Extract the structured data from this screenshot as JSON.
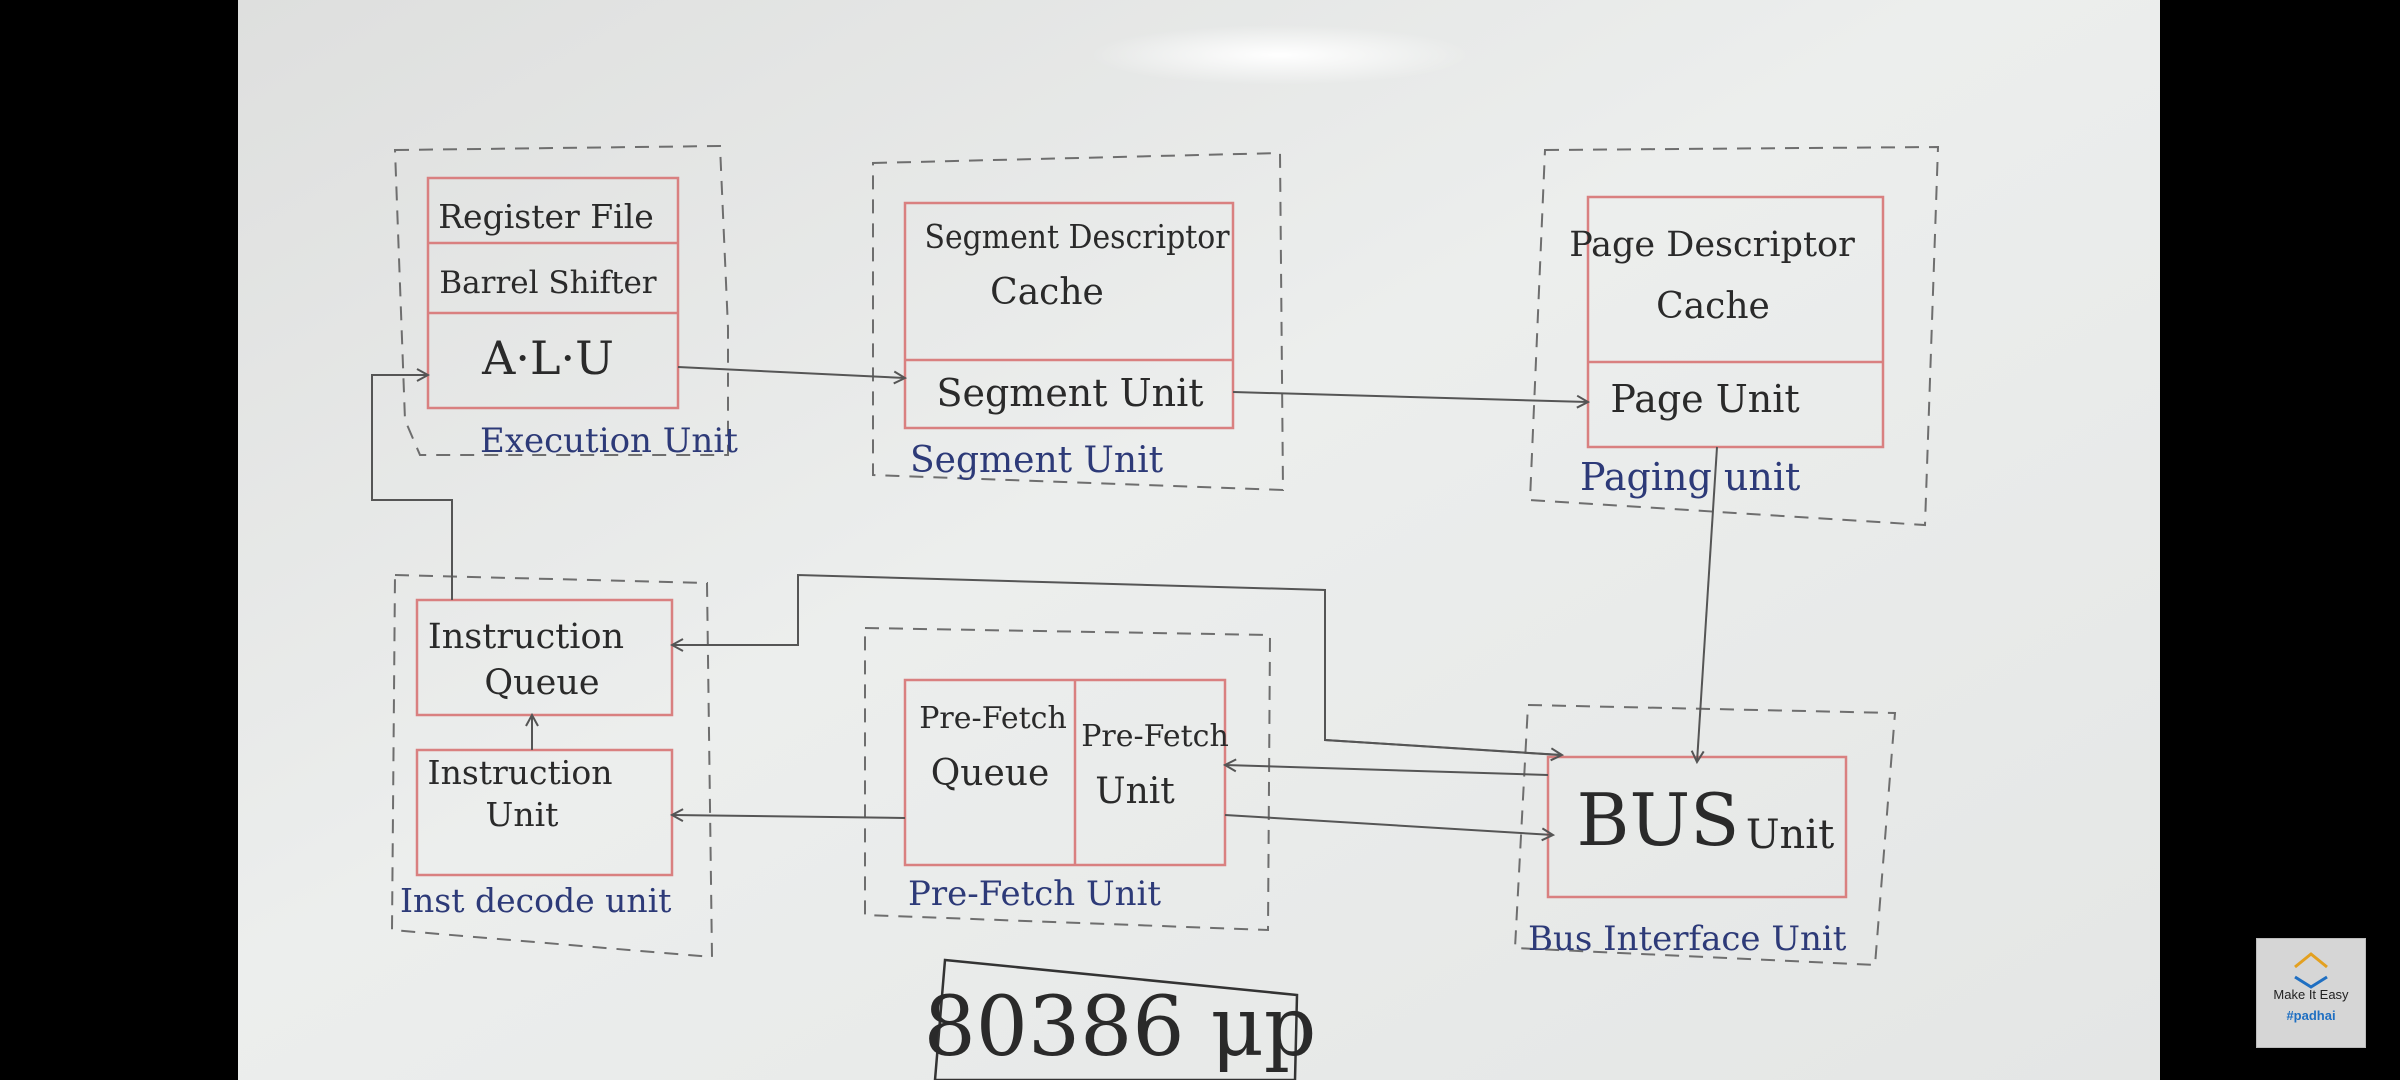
{
  "diagram": {
    "execution_unit": {
      "label": "Execution Unit",
      "register_file": "Register File",
      "barrel_shifter": "Barrel Shifter",
      "alu": "A·L·U"
    },
    "segment_unit": {
      "label": "Segment Unit",
      "cache_line1": "Segment Descriptor",
      "cache_line2": "Cache",
      "unit": "Segment Unit"
    },
    "paging_unit": {
      "label": "Paging unit",
      "cache_line1": "Page Descriptor",
      "cache_line2": "Cache",
      "unit": "Page Unit"
    },
    "decode_unit": {
      "label": "Inst decode unit",
      "queue_line1": "Instruction",
      "queue_line2": "Queue",
      "unit_line1": "Instruction",
      "unit_line2": "Unit"
    },
    "prefetch_unit": {
      "label": "Pre-Fetch Unit",
      "queue_line1": "Pre-Fetch",
      "queue_line2": "Queue",
      "unit_line1": "Pre-Fetch",
      "unit_line2": "Unit"
    },
    "bus_interface_unit": {
      "label": "Bus Interface Unit",
      "bus": "BUS",
      "unit": "Unit"
    },
    "title": "80386 μp"
  },
  "watermark": {
    "title": "Make It Easy",
    "tag": "#padhai"
  },
  "colors": {
    "board": "#e9ebea",
    "box_red": "#d98080",
    "dash": "#6e6e6e",
    "ink": "#2a2a2a",
    "label_blue": "#2d3a78"
  }
}
